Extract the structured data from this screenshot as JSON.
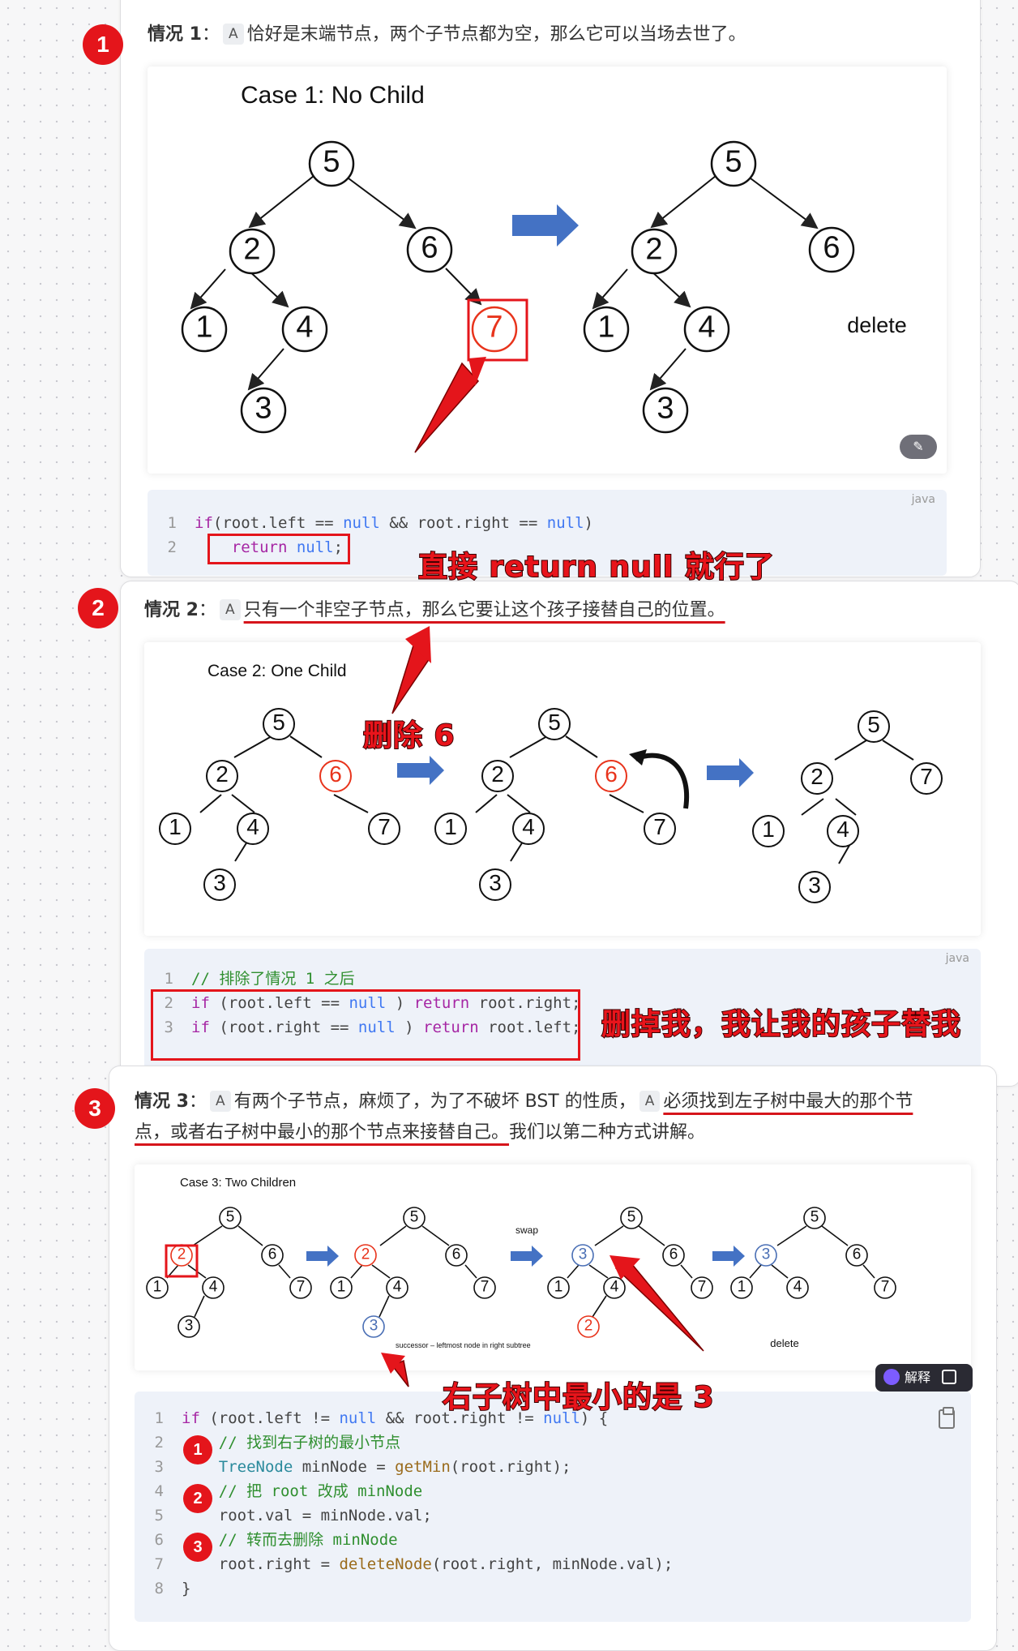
{
  "case1": {
    "badge": "1",
    "title": "情况 1",
    "colon": "：",
    "chip": "A",
    "text": "恰好是末端节点，两个子节点都为空，那么它可以当场去世了。",
    "diagram_title": "Case 1: No Child",
    "delete_label": "delete",
    "magic_icon": "✎",
    "code_lang": "java",
    "code": [
      {
        "ln": "1",
        "parts": [
          [
            "kw",
            "if"
          ],
          [
            "",
            "("
          ],
          [
            "",
            "root.left"
          ],
          [
            "",
            " == "
          ],
          [
            "nb",
            "null"
          ],
          [
            "",
            " && "
          ],
          [
            "",
            "root.right"
          ],
          [
            "",
            " == "
          ],
          [
            "nb",
            "null"
          ],
          [
            "",
            ")"
          ]
        ]
      },
      {
        "ln": "2",
        "parts": [
          [
            "",
            "    "
          ],
          [
            "kw",
            "return"
          ],
          [
            "",
            " "
          ],
          [
            "nb",
            "null"
          ],
          [
            "",
            ";"
          ]
        ]
      }
    ],
    "note": "直接 return null 就行了"
  },
  "case2": {
    "badge": "2",
    "title": "情况 2",
    "colon": "：",
    "chip": "A",
    "text": "只有一个非空子节点，那么它要让这个孩子接替自己的位置。",
    "diagram_title": "Case 2: One Child",
    "note_delete": "删除 6",
    "code_lang": "java",
    "code": [
      {
        "ln": "1",
        "parts": [
          [
            "cm",
            "// 排除了情况 1 之后"
          ]
        ]
      },
      {
        "ln": "2",
        "parts": [
          [
            "kw",
            "if"
          ],
          [
            "",
            " (root.left == "
          ],
          [
            "nb",
            "null"
          ],
          [
            "",
            " ) "
          ],
          [
            "kw",
            "return"
          ],
          [
            "",
            " root.right;"
          ]
        ]
      },
      {
        "ln": "3",
        "parts": [
          [
            "kw",
            "if"
          ],
          [
            "",
            " (root.right == "
          ],
          [
            "nb",
            "null"
          ],
          [
            "",
            " ) "
          ],
          [
            "kw",
            "return"
          ],
          [
            "",
            " root.left;"
          ]
        ]
      }
    ],
    "note": "删掉我，我让我的孩子替我"
  },
  "case3": {
    "badge": "3",
    "title": "情况 3",
    "colon": "：",
    "chip": "A",
    "text_a": "有两个子节点，麻烦了，为了不破坏 BST 的性质，",
    "chip2": "A",
    "text_b": "必须找到左子树中最大的那个节",
    "text_c": "点，或者右子树中最小的那个节点来接替自己。",
    "text_d": "我们以第二种方式讲解。",
    "diagram_title": "Case 3: Two Children",
    "swap_label": "swap",
    "successor_label": "successor – leftmost node in right subtree",
    "delete_label": "delete",
    "explain_label": "解释",
    "code": [
      {
        "ln": "1",
        "parts": [
          [
            "kw",
            "if"
          ],
          [
            "",
            " (root.left != "
          ],
          [
            "nb",
            "null"
          ],
          [
            "",
            " && root.right != "
          ],
          [
            "nb",
            "null"
          ],
          [
            "",
            ") {"
          ]
        ]
      },
      {
        "ln": "2",
        "parts": [
          [
            "",
            "    "
          ],
          [
            "cm",
            "// 找到右子树的最小节点"
          ]
        ]
      },
      {
        "ln": "3",
        "parts": [
          [
            "",
            "    "
          ],
          [
            "ty",
            "TreeNode"
          ],
          [
            "",
            " minNode = "
          ],
          [
            "fn",
            "getMin"
          ],
          [
            "",
            "(root.right);"
          ]
        ]
      },
      {
        "ln": "4",
        "parts": [
          [
            "",
            "    "
          ],
          [
            "cm",
            "// 把 root 改成 minNode"
          ]
        ]
      },
      {
        "ln": "5",
        "parts": [
          [
            "",
            "    root.val = minNode.val;"
          ]
        ]
      },
      {
        "ln": "6",
        "parts": [
          [
            "",
            "    "
          ],
          [
            "cm",
            "// 转而去删除 minNode"
          ]
        ]
      },
      {
        "ln": "7",
        "parts": [
          [
            "",
            "    root.right = "
          ],
          [
            "fn",
            "deleteNode"
          ],
          [
            "",
            "(root.right, minNode.val);"
          ]
        ]
      },
      {
        "ln": "8",
        "parts": [
          [
            "",
            "}"
          ]
        ]
      }
    ],
    "step_badges": [
      "1",
      "2",
      "3"
    ],
    "note": "右子树中最小的是 3"
  },
  "colors": {
    "accent_red": "#e4151b",
    "arrow_blue": "#4472c4",
    "node_red": "#e8341c",
    "node_blue": "#4a6fb5"
  }
}
